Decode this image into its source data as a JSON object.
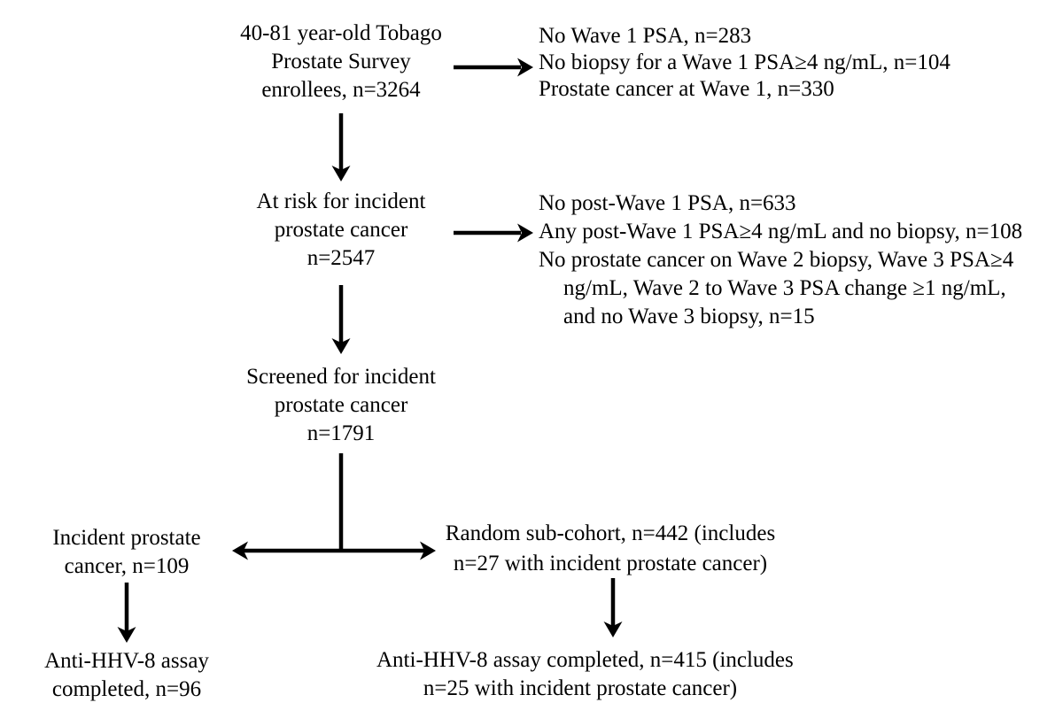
{
  "diagram": {
    "type": "flowchart",
    "colors": {
      "background": "#ffffff",
      "text": "#000000",
      "arrow": "#000000"
    },
    "nodes": {
      "enrollees": {
        "lines": [
          "40-81 year-old Tobago",
          "Prostate Survey",
          "enrollees, n=3264"
        ]
      },
      "excluded_wave1": {
        "lines": [
          "No Wave 1 PSA, n=283",
          "No biopsy for a Wave 1 PSA≥4 ng/mL, n=104",
          "Prostate cancer at Wave 1, n=330"
        ]
      },
      "at_risk": {
        "lines": [
          "At risk for incident",
          "prostate cancer",
          "n=2547"
        ]
      },
      "excluded_post_wave1": {
        "lines": [
          "No post-Wave 1 PSA, n=633",
          "Any post-Wave 1 PSA≥4 ng/mL and no biopsy, n=108",
          "No prostate cancer on Wave 2 biopsy, Wave 3 PSA≥4",
          "ng/mL, Wave 2 to Wave 3 PSA change ≥1 ng/mL,",
          "and no Wave 3 biopsy, n=15"
        ]
      },
      "screened": {
        "lines": [
          "Screened for incident",
          "prostate cancer",
          "n=1791"
        ]
      },
      "incident_cancer": {
        "lines": [
          "Incident prostate",
          "cancer, n=109"
        ]
      },
      "random_subcohort": {
        "lines": [
          "Random sub-cohort, n=442 (includes",
          "n=27 with incident prostate cancer)"
        ]
      },
      "assay_incident": {
        "lines": [
          "Anti-HHV-8 assay",
          "completed, n=96"
        ]
      },
      "assay_subcohort": {
        "lines": [
          "Anti-HHV-8 assay completed, n=415 (includes",
          "n=25 with incident prostate cancer)"
        ]
      }
    },
    "edges": [
      {
        "from": "enrollees",
        "to": "excluded_wave1",
        "type": "arrow-right"
      },
      {
        "from": "enrollees",
        "to": "at_risk",
        "type": "arrow-down"
      },
      {
        "from": "at_risk",
        "to": "excluded_post_wave1",
        "type": "arrow-right"
      },
      {
        "from": "at_risk",
        "to": "screened",
        "type": "arrow-down"
      },
      {
        "from": "screened",
        "to": "incident_cancer",
        "type": "branch-left"
      },
      {
        "from": "screened",
        "to": "random_subcohort",
        "type": "branch-right"
      },
      {
        "from": "incident_cancer",
        "to": "assay_incident",
        "type": "arrow-down"
      },
      {
        "from": "random_subcohort",
        "to": "assay_subcohort",
        "type": "arrow-down"
      }
    ]
  }
}
